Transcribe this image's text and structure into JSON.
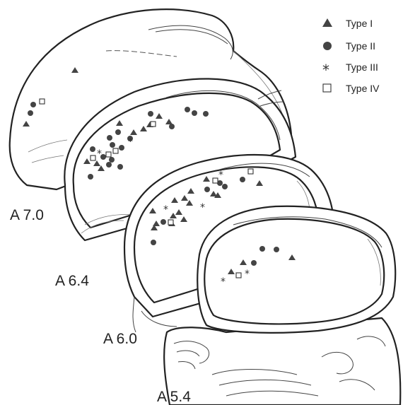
{
  "section_labels": [
    "A 7.0",
    "A 6.4",
    "A 6.0",
    "A 5.4"
  ],
  "legend": [
    {
      "type": "triangle",
      "label": "Type I"
    },
    {
      "type": "circle",
      "label": "Type II"
    },
    {
      "type": "star",
      "label": "Type III"
    },
    {
      "type": "square",
      "label": "Type IV"
    }
  ],
  "colors": {
    "line": "#222222",
    "marker": "#444444",
    "background": "#ffffff"
  }
}
